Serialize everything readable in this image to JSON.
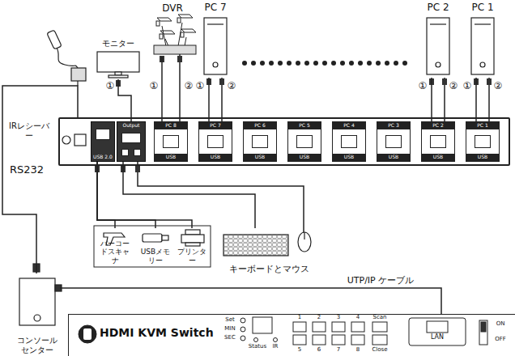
{
  "diagram": {
    "nodes": [
      {
        "text": [
          "DVR"
        ]
      },
      {
        "text": [
          "モニター"
        ]
      },
      {
        "text": [
          "PC 7"
        ]
      },
      {
        "text": [
          "PC 2"
        ]
      },
      {
        "text": [
          "PC 1"
        ]
      },
      {
        "text": [
          "IRレシーバー"
        ]
      },
      {
        "text": [
          "RS232"
        ]
      },
      {
        "text": [
          "USB 2.0"
        ],
        "in": 6
      },
      {
        "text": [
          "Output"
        ],
        "in": 6
      },
      {
        "text": [
          "PC 8",
          "USB"
        ],
        "in": 6
      },
      {
        "text": [
          "PC 7",
          "USB"
        ],
        "in": 6
      },
      {
        "text": [
          "PC 6",
          "USB"
        ],
        "in": 6
      },
      {
        "text": [
          "PC 5",
          "USB"
        ],
        "in": 6
      },
      {
        "text": [
          "PC 4",
          "USB"
        ],
        "in": 6
      },
      {
        "text": [
          "PC 3",
          "USB"
        ],
        "in": 6
      },
      {
        "text": [
          "PC 2",
          "USB"
        ],
        "in": 6
      },
      {
        "text": [
          "PC 1",
          "USB"
        ],
        "in": 6
      },
      {
        "text": [
          "バーコードスキャナ"
        ]
      },
      {
        "text": [
          "USBメモリー"
        ]
      },
      {
        "text": [
          "プリンター"
        ]
      },
      {
        "text": [
          "キーボードとマウス"
        ]
      },
      {
        "text": [
          "コンソールセンター"
        ]
      },
      {
        "text": [
          "HDMI KVM Switch"
        ]
      }
    ],
    "edges": [
      {
        "from": 0,
        "to": 9,
        "arrow": "none"
      },
      {
        "from": 1,
        "to": 8,
        "arrow": "none"
      },
      {
        "from": 2,
        "to": 10,
        "arrow": "none"
      },
      {
        "from": 3,
        "to": 15,
        "arrow": "none"
      },
      {
        "from": 4,
        "to": 16,
        "arrow": "none"
      },
      {
        "from": 21,
        "to": 6,
        "arrow": "none"
      },
      {
        "from": 21,
        "to": 22,
        "label": "UTP/IP ケーブル",
        "arrow": "none"
      },
      {
        "from": 17,
        "to": 7,
        "arrow": "none"
      },
      {
        "from": 18,
        "to": 7,
        "arrow": "none"
      },
      {
        "from": 19,
        "to": 7,
        "arrow": "none"
      },
      {
        "from": 20,
        "to": 8,
        "arrow": "none"
      }
    ],
    "labels": [
      "①",
      "①",
      "②",
      "①",
      "②",
      "①",
      "②",
      "①",
      "②",
      "Set",
      "MIN",
      "SEC",
      "Status",
      "IR",
      "1",
      "2",
      "3",
      "4",
      "Scan",
      "5",
      "6",
      "7",
      "8",
      "Close",
      "LAN",
      "ON",
      "OFF"
    ]
  }
}
